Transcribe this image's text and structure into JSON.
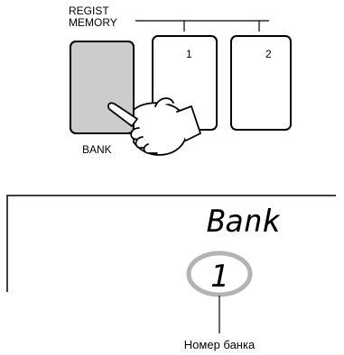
{
  "panel": {
    "section_label_line1": "REGIST",
    "section_label_line2": "MEMORY",
    "bank_button_label": "BANK",
    "memory_buttons": [
      {
        "label": "1"
      },
      {
        "label": "2"
      }
    ]
  },
  "display": {
    "title": "Bank",
    "bank_number": "1",
    "callout_label": "Номер банка"
  },
  "colors": {
    "bank_button_fill": "#cccccc",
    "highlight_ring": "#b3b3b3",
    "line": "#000000"
  },
  "icons": {
    "pressing_hand": "pointing-hand-icon"
  }
}
